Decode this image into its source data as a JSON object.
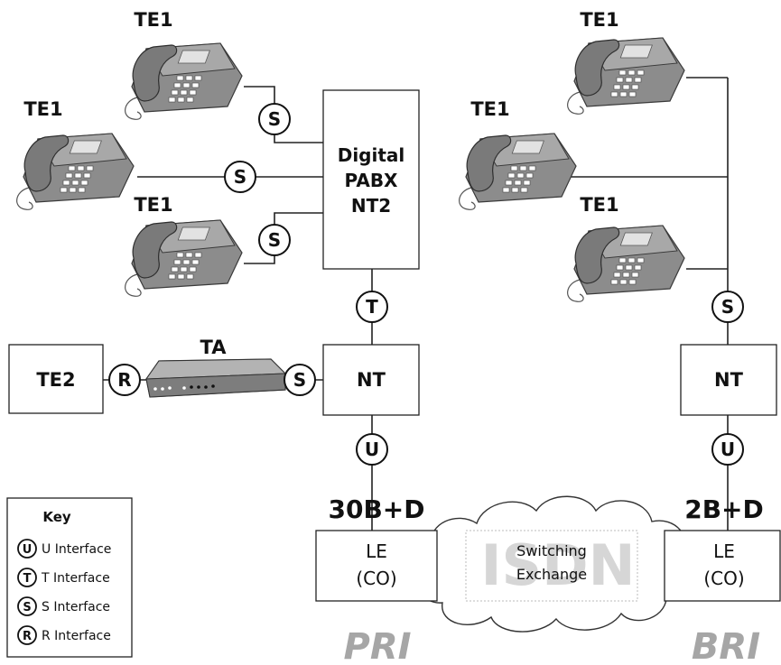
{
  "colors": {
    "phone_gray": "#8c8c8c",
    "cloud_text_gray": "#d6d6d6",
    "footer_gray": "#a6a6a6",
    "line_black": "#222222"
  },
  "terminals": {
    "te1_top_left": "TE1",
    "te1_mid_left": "TE1",
    "te1_low_left": "TE1",
    "te1_top_right": "TE1",
    "te1_mid_right": "TE1",
    "te1_low_right": "TE1",
    "te2": "TE2",
    "ta": "TA"
  },
  "pabx": {
    "line1": "Digital",
    "line2": "PABX",
    "line3": "NT2"
  },
  "nt_left": "NT",
  "nt_right": "NT",
  "interfaces": {
    "u": "U",
    "t": "T",
    "s": "S",
    "r": "R"
  },
  "channels": {
    "pri": "30B+D",
    "bri": "2B+D"
  },
  "le_left": {
    "line1": "LE",
    "line2": "(CO)"
  },
  "le_right": {
    "line1": "LE",
    "line2": "(CO)"
  },
  "cloud": {
    "watermark": "ISDN",
    "line1": "Switching",
    "line2": "Exchange"
  },
  "footer": {
    "pri": "PRI",
    "bri": "BRI"
  },
  "key": {
    "title": "Key",
    "items": [
      {
        "symbol": "U",
        "label": "U Interface"
      },
      {
        "symbol": "T",
        "label": "T Interface"
      },
      {
        "symbol": "S",
        "label": "S Interface"
      },
      {
        "symbol": "R",
        "label": "R Interface"
      }
    ]
  }
}
